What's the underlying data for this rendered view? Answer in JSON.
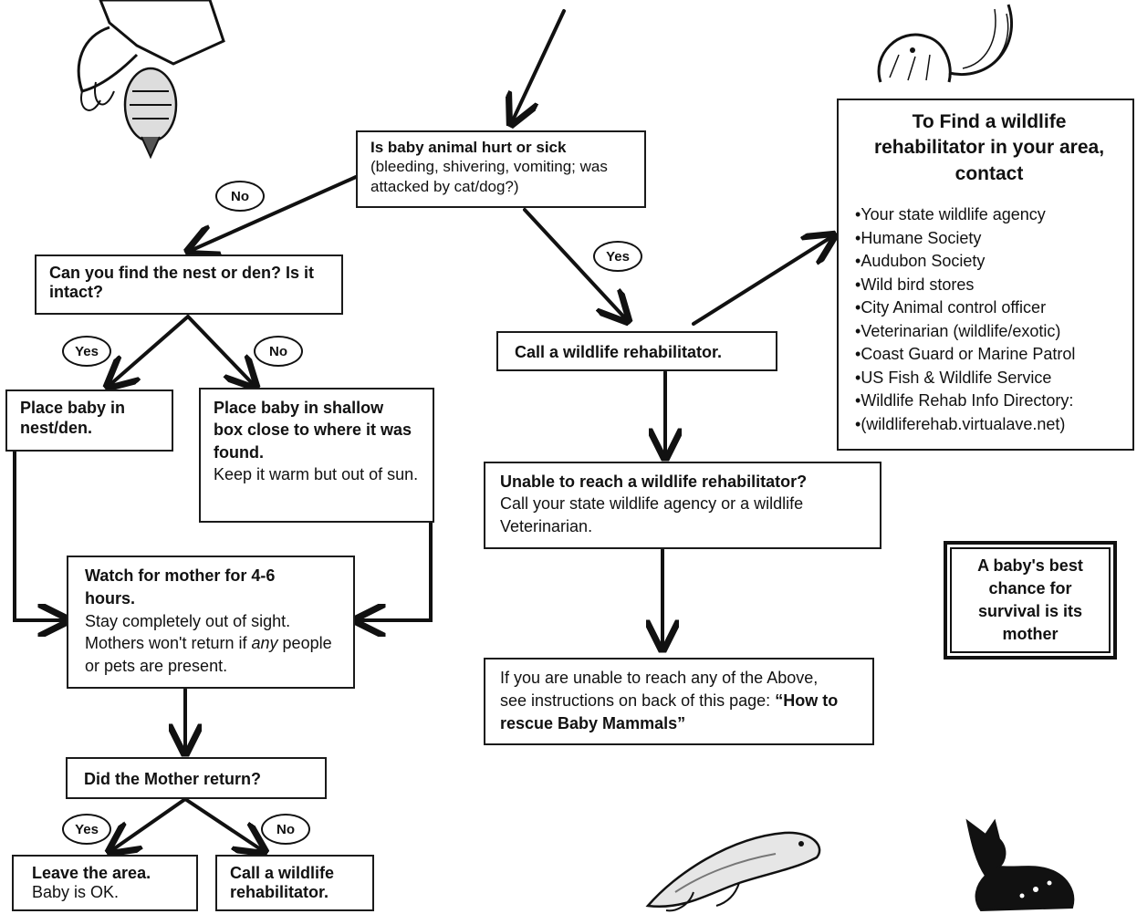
{
  "start_question": {
    "title": "Is baby animal hurt or sick",
    "detail": "(bleeding, shivering, vomiting; was attacked by cat/dog?)"
  },
  "labels": {
    "yes": "Yes",
    "no": "No"
  },
  "nest_question": "Can you find the nest or den? Is it intact?",
  "place_nest": "Place baby in nest/den.",
  "place_box": {
    "bold": "Place baby in shallow box close to where it was found.",
    "detail": "Keep it warm but out of sun."
  },
  "watch_mother": {
    "bold": "Watch for mother for 4-6 hours.",
    "detail_before": "Stay completely out of sight. Mothers won't return if ",
    "detail_emph": "any",
    "detail_after": " people or pets are present."
  },
  "mother_return": "Did the Mother return?",
  "leave_area": {
    "bold": "Leave the area.",
    "detail": "Baby is OK."
  },
  "call_rehab_small": "Call a wildlife rehabilitator.",
  "call_rehab": "Call a wildlife rehabilitator.",
  "unable_reach": {
    "bold": "Unable to reach a wildlife rehabilitator?",
    "detail": "Call your state wildlife agency or a wildlife Veterinarian."
  },
  "unable_any": {
    "text": "If you are unable to reach any of the Above, see instructions on back of this page:",
    "bold": "“How to rescue Baby Mammals”"
  },
  "find_rehab": {
    "title": "To Find a wildlife rehabilitator in your area, contact",
    "items": [
      "Your state wildlife agency",
      "Humane Society",
      "Audubon Society",
      "Wild bird stores",
      "City Animal control officer",
      "Veterinarian (wildlife/exotic)",
      "Coast Guard or Marine Patrol",
      "US Fish & Wildlife Service",
      "Wildlife Rehab Info Directory:",
      "(wildliferehab.virtualave.net)"
    ]
  },
  "mother_note": "A baby's best chance for survival is its mother",
  "illustrations": [
    "gloved-hand-holding-bird-icon",
    "squirrel-icon",
    "seal-icon",
    "fawn-icon"
  ]
}
